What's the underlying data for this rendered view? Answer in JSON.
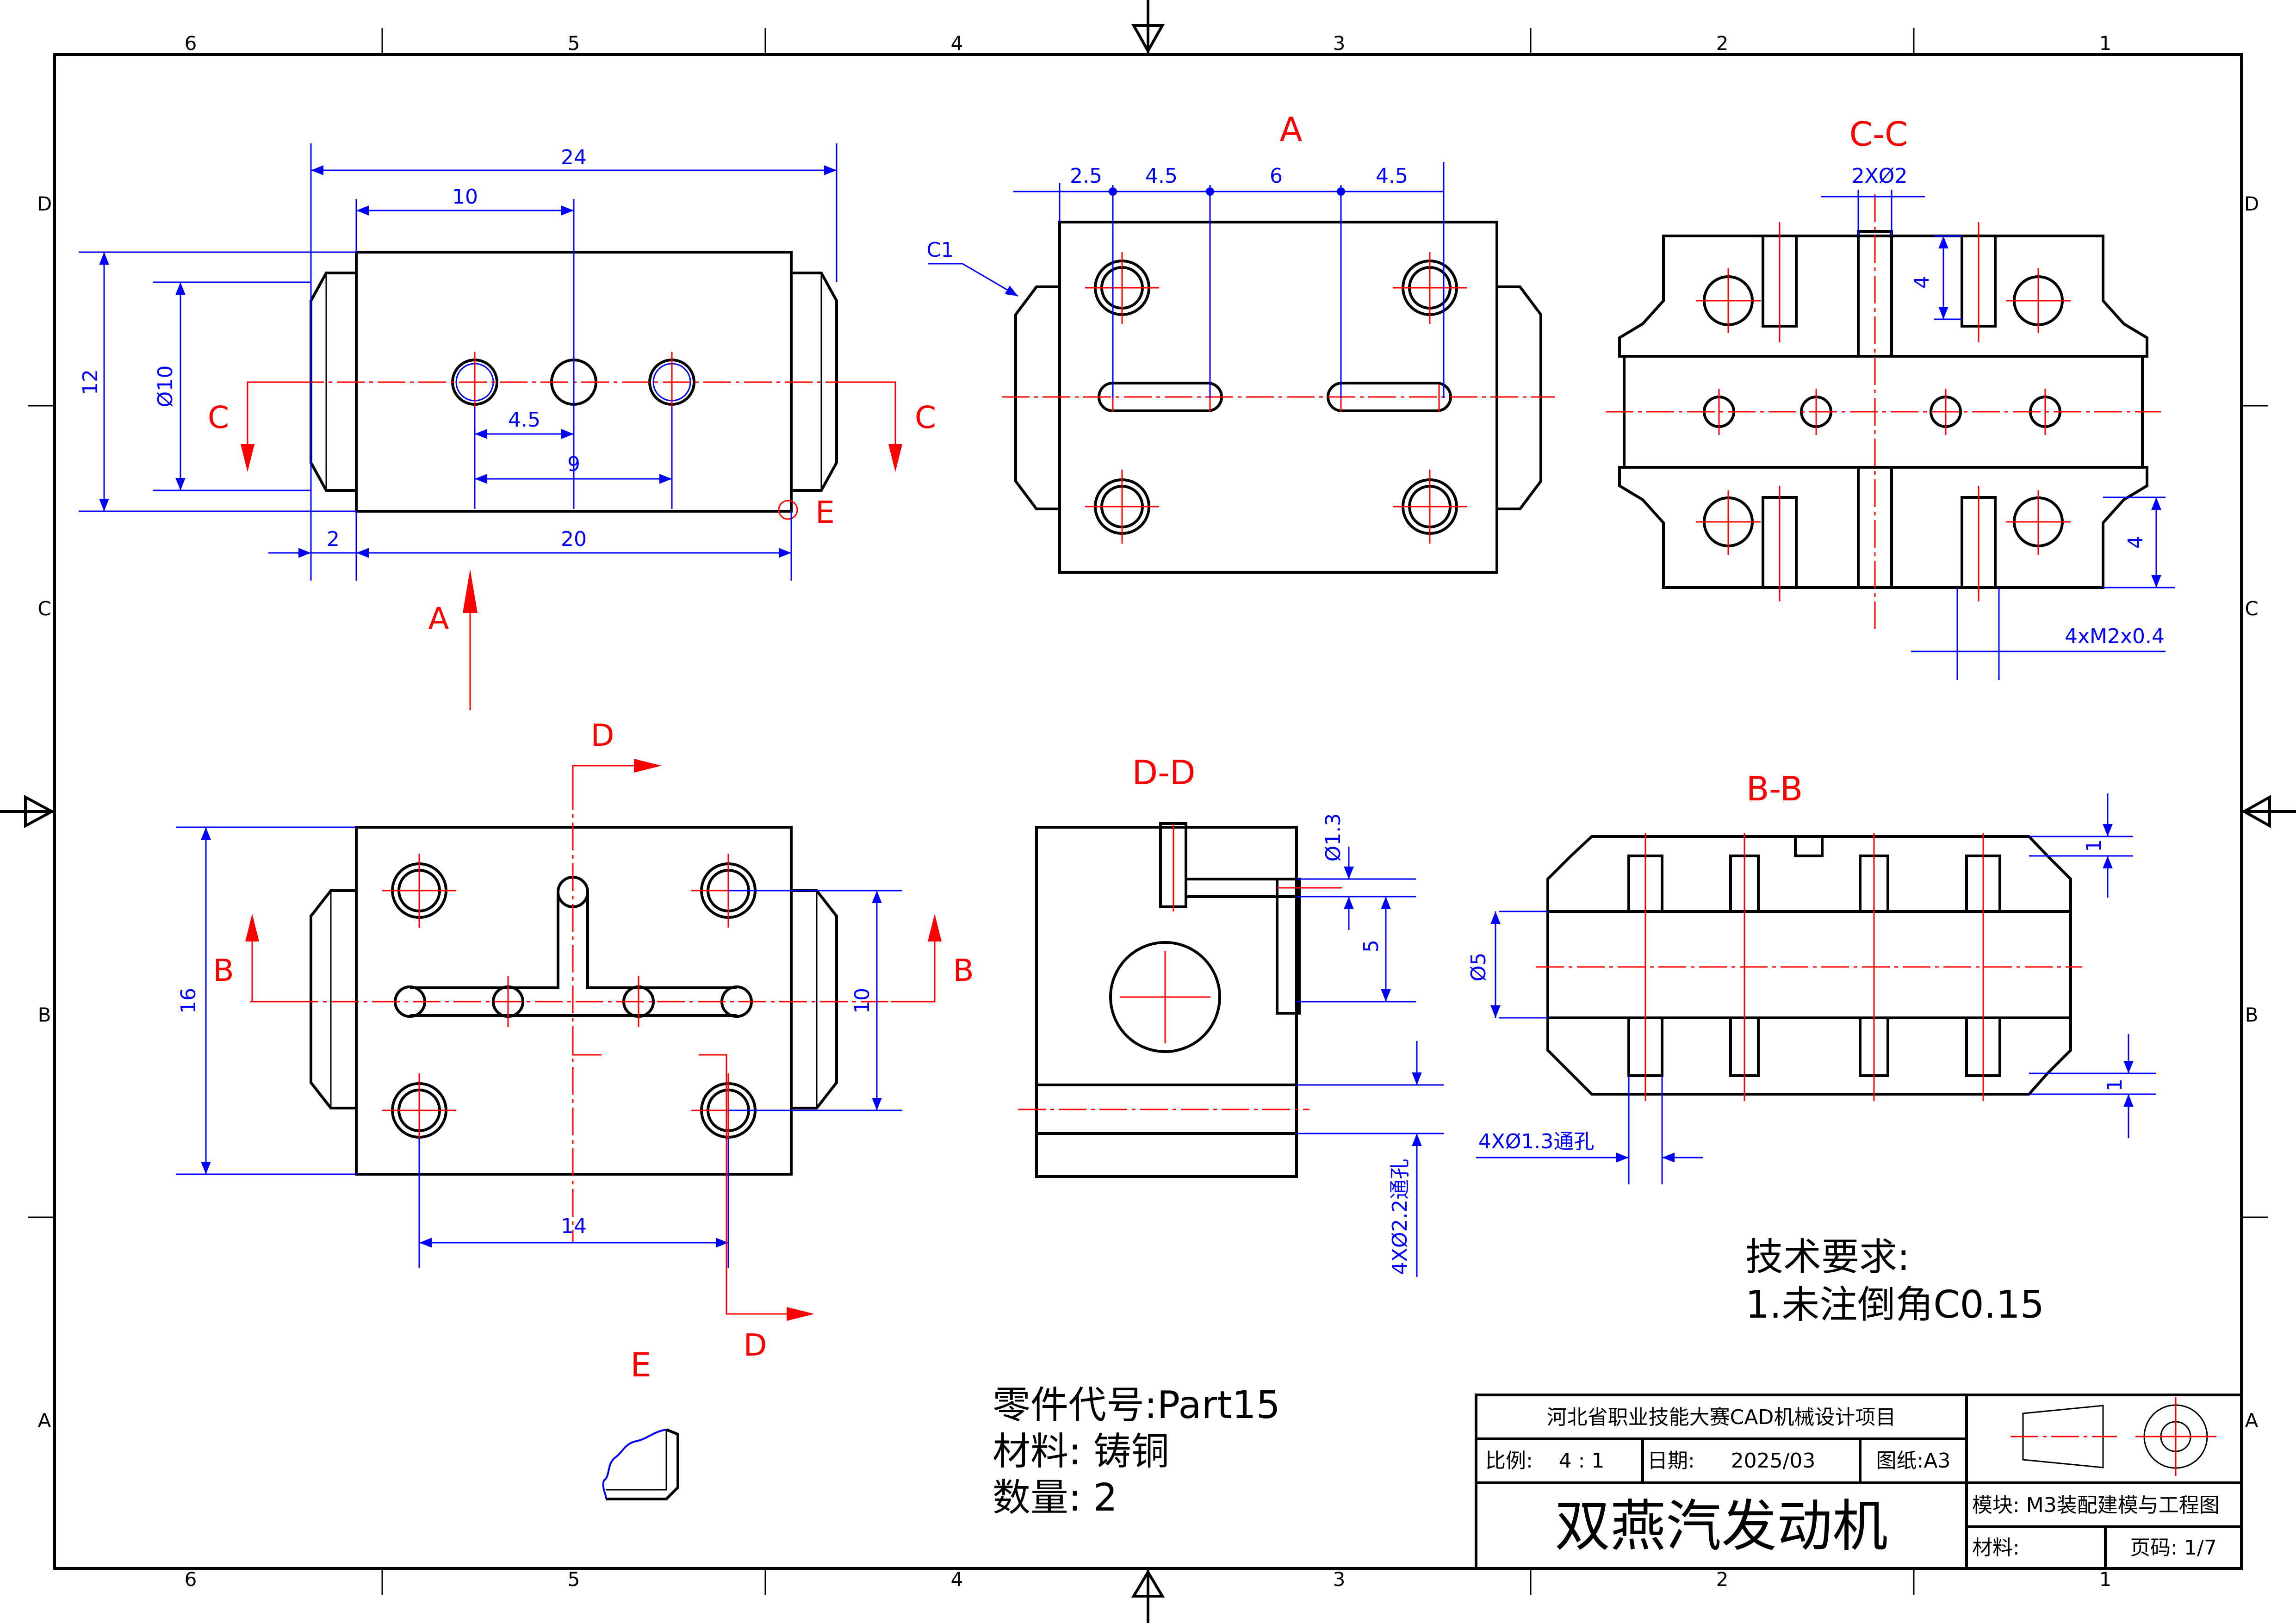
{
  "frame": {
    "columns": [
      "6",
      "5",
      "4",
      "3",
      "2",
      "1"
    ],
    "rows": [
      "D",
      "C",
      "B",
      "A"
    ]
  },
  "views": {
    "top": {
      "labels": {
        "section_left": "C",
        "section_right": "C",
        "view_arrow": "A",
        "detail": "E"
      },
      "dims": {
        "overall": "24",
        "to_center": "10",
        "height": "12",
        "dia": "Ø10",
        "hole1": "4.5",
        "hole2": "9",
        "left": "2",
        "body": "20"
      }
    },
    "view_a": {
      "title": "A",
      "dims": {
        "d1": "2.5",
        "d2": "4.5",
        "d3": "6",
        "d4": "4.5",
        "chamfer": "C1"
      }
    },
    "section_cc": {
      "title": "C-C",
      "dims": {
        "holes": "2XØ2",
        "depth_top": "4",
        "depth_bottom": "4",
        "thread": "4xM2x0.4"
      }
    },
    "front": {
      "labels": {
        "section_left": "B",
        "section_right": "B",
        "d_top": "D",
        "d_bottom": "D"
      },
      "dims": {
        "height": "16",
        "inner": "10",
        "spacing": "14"
      }
    },
    "section_dd": {
      "title": "D-D",
      "dims": {
        "small_hole": "Ø1.3",
        "offset": "5",
        "through": "4XØ2.2通孔"
      }
    },
    "section_bb": {
      "title": "B-B",
      "dims": {
        "dia": "Ø5",
        "top": "1",
        "bottom": "1",
        "holes": "4XØ1.3通孔"
      }
    },
    "detail_e": {
      "title": "E"
    }
  },
  "notes": {
    "tech_title": "技术要求:",
    "tech_item": "1.未注倒角C0.15",
    "part_code": "零件代号:Part15",
    "material": "材料: 铸铜",
    "quantity": "数量: 2"
  },
  "title_block": {
    "project": "河北省职业技能大赛CAD机械设计项目",
    "scale_label": "比例:",
    "scale_value": "4 : 1",
    "date_label": "日期:",
    "date_value": "2025/03",
    "paper": "图纸:A3",
    "drawing_title": "双燕汽发动机",
    "module": "模块: M3装配建模与工程图",
    "material_label": "材料:",
    "page": "页码: 1/7"
  },
  "colors": {
    "outline": "#000000",
    "dimension": "#0000ff",
    "centerline": "#ff0000",
    "hatch": "#0000ff"
  }
}
